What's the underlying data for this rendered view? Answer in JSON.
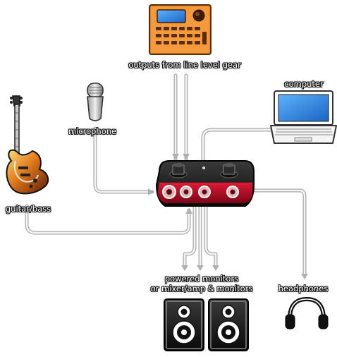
{
  "labels": {
    "line_gear": "outputs from line level gear",
    "computer": "computer",
    "microphone": "microphone",
    "guitar": "guitar/bass",
    "monitors_line1": "powered monitors",
    "monitors_line2": "or mixer/amp & monitors",
    "headphones": "headphones"
  },
  "icons": {
    "line_gear": "drum-machine-icon",
    "computer": "laptop-icon",
    "microphone": "microphone-icon",
    "guitar": "electric-guitar-icon",
    "interface": "audio-interface-icon",
    "monitors": "speaker-icon",
    "headphones": "headphones-icon"
  },
  "colors": {
    "drum_machine": "#f08a2a",
    "screen": "#3b8fe0",
    "interface_red": "#c8102e",
    "cable": "#d8d8d8"
  }
}
